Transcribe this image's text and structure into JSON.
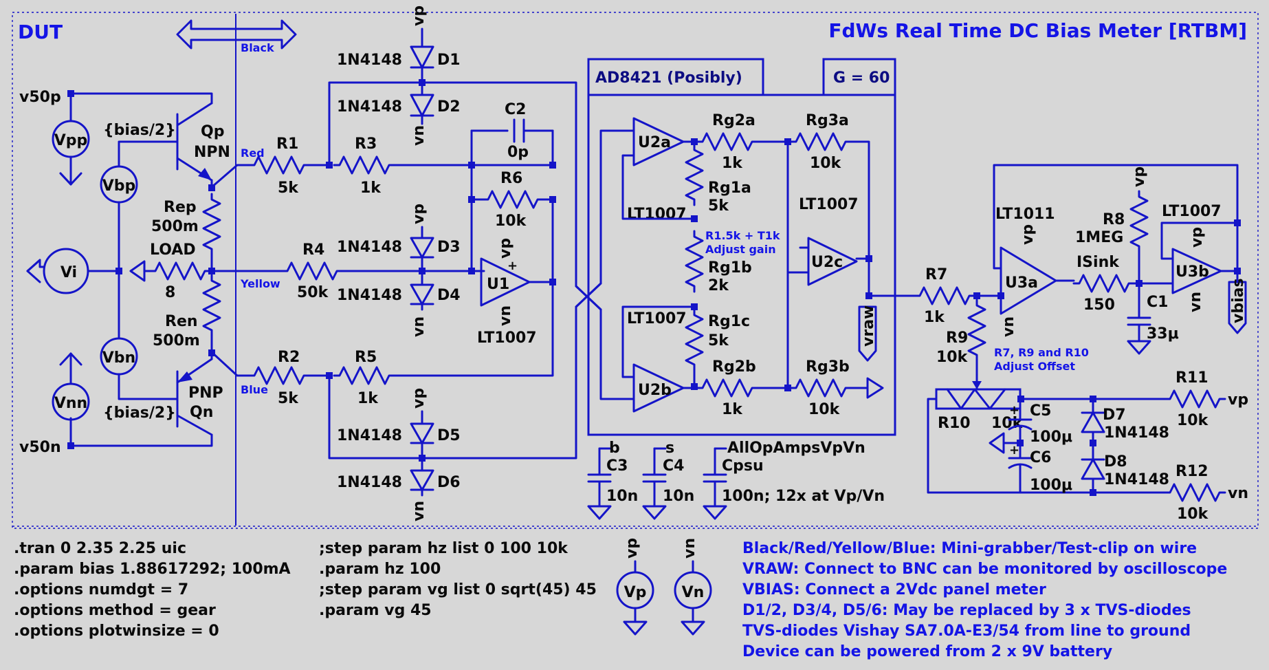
{
  "header": {
    "left": "DUT",
    "title": "FdWs Real Time DC Bias Meter [RTBM]"
  },
  "probes": {
    "black": "Black",
    "red": "Red",
    "yellow": "Yellow",
    "blue": "Blue"
  },
  "nets": {
    "v50p": "v50p",
    "v50n": "v50n",
    "vp": "vp",
    "vn": "vn",
    "vraw": "vraw",
    "vbias": "vbias",
    "b": "b",
    "s": "s",
    "all_psu": "AllOpAmpsVpVn",
    "bias_half_p": "{bias/2}",
    "bias_half_n": "{bias/2}"
  },
  "sources": {
    "vpp": "Vpp",
    "vbp": "Vbp",
    "vi": "Vi",
    "vbn": "Vbn",
    "vnn": "Vnn",
    "vp": "Vp",
    "vn": "Vn"
  },
  "transistors": {
    "qp": {
      "name": "Qp",
      "type": "NPN"
    },
    "qn": {
      "name": "Qn",
      "type": "PNP"
    }
  },
  "components": {
    "rep": {
      "name": "Rep",
      "value": "500m"
    },
    "ren": {
      "name": "Ren",
      "value": "500m"
    },
    "load": {
      "name": "LOAD",
      "value": "8"
    },
    "r1": {
      "name": "R1",
      "value": "5k"
    },
    "r2": {
      "name": "R2",
      "value": "5k"
    },
    "r3": {
      "name": "R3",
      "value": "1k"
    },
    "r4": {
      "name": "R4",
      "value": "50k"
    },
    "r5": {
      "name": "R5",
      "value": "1k"
    },
    "r6": {
      "name": "R6",
      "value": "10k"
    },
    "c2": {
      "name": "C2",
      "value": "0p"
    },
    "rg2a": {
      "name": "Rg2a",
      "value": "1k"
    },
    "rg3a": {
      "name": "Rg3a",
      "value": "10k"
    },
    "rg1a": {
      "name": "Rg1a",
      "value": "5k"
    },
    "rg1b": {
      "name": "Rg1b",
      "value": "2k"
    },
    "rg1c": {
      "name": "Rg1c",
      "value": "5k"
    },
    "rg2b": {
      "name": "Rg2b",
      "value": "1k"
    },
    "rg3b": {
      "name": "Rg3b",
      "value": "10k"
    },
    "r7": {
      "name": "R7",
      "value": "1k"
    },
    "r8": {
      "name": "R8",
      "value": "1MEG"
    },
    "r9": {
      "name": "R9",
      "value": "10k"
    },
    "r10": {
      "name": "R10",
      "value": "10k"
    },
    "r11": {
      "name": "R11",
      "value": "10k"
    },
    "r12": {
      "name": "R12",
      "value": "10k"
    },
    "isink": {
      "name": "ISink",
      "value": "150"
    },
    "c1": {
      "name": "C1",
      "value": "33μ"
    },
    "c3": {
      "name": "C3",
      "value": "10n"
    },
    "c4": {
      "name": "C4",
      "value": "10n"
    },
    "cpsu": {
      "name": "Cpsu",
      "value": "100n; 12x at Vp/Vn"
    },
    "c5": {
      "name": "C5",
      "value": "100μ"
    },
    "c6": {
      "name": "C6",
      "value": "100μ"
    }
  },
  "diodes": {
    "part": "1N4148",
    "d1": "D1",
    "d2": "D2",
    "d3": "D3",
    "d4": "D4",
    "d5": "D5",
    "d6": "D6",
    "d7": "D7",
    "d8": "D8"
  },
  "opamps": {
    "u1": {
      "name": "U1",
      "part": "LT1007"
    },
    "u2a": {
      "name": "U2a",
      "part": "LT1007"
    },
    "u2b": {
      "name": "U2b",
      "part": "LT1007"
    },
    "u2c": {
      "name": "U2c",
      "part": "LT1007"
    },
    "u3a": {
      "name": "U3a",
      "part": "LT1011"
    },
    "u3b": {
      "name": "U3b",
      "part": "LT1007"
    }
  },
  "inamp_box": {
    "title": "AD8421 (Posibly)",
    "gain": "G = 60"
  },
  "small_notes": {
    "gain1": "R1.5k + T1k",
    "gain2": "Adjust gain",
    "offset1": "R7, R9 and R10",
    "offset2": "Adjust Offset"
  },
  "spice_directives": {
    "col1": [
      ".tran 0 2.35 2.25 uic",
      ".param bias 1.88617292; 100mA",
      ".options numdgt = 7",
      ".options method = gear",
      ".options plotwinsize = 0"
    ],
    "col2": [
      ";step param hz list 0 100 10k",
      ".param hz 100",
      ";step param vg list 0 sqrt(45) 45",
      ".param vg 45"
    ]
  },
  "notes": [
    "Black/Red/Yellow/Blue: Mini-grabber/Test-clip on wire",
    "VRAW: Connect to BNC can be monitored by oscilloscope",
    "VBIAS: Connect a 2Vdc panel meter",
    "D1/2, D3/4, D5/6: May be replaced by 3 x TVS-diodes",
    "TVS-diodes Vishay SA7.0A-E3/54 from line to ground",
    "Device can be powered from 2 x 9V battery"
  ]
}
